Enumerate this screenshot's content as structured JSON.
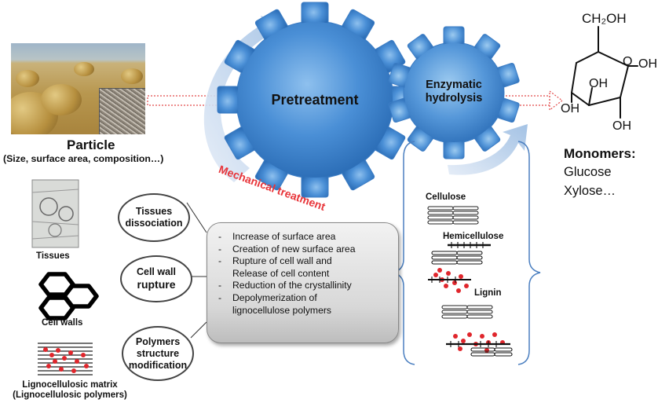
{
  "particle": {
    "title": "Particle",
    "subtitle": "(Size, surface area, composition…)"
  },
  "gears": {
    "pretreatment": "Pretreatment",
    "enzymatic": [
      "Enzymatic",
      "hydrolysis"
    ]
  },
  "mechanical_treatment": "Mechanical treatment",
  "molecule": {
    "ch2oh": "CH₂OH",
    "o": "O",
    "oh_right": "OH",
    "oh_mid": "OH",
    "oh_left": "OH",
    "oh_bottom": "OH"
  },
  "monomers": {
    "title": "Monomers:",
    "items": [
      "Glucose",
      "Xylose…"
    ]
  },
  "scales": {
    "tissues": "Tissues",
    "cell_walls": "Cell walls",
    "matrix": [
      "Lignocellulosic matrix",
      "(Lignocellulosic polymers)"
    ]
  },
  "effects": {
    "tissues": [
      "Tissues",
      "dissociation"
    ],
    "cell_wall": [
      "Cell wall",
      "rupture"
    ],
    "polymers": [
      "Polymers",
      "structure",
      "modification"
    ]
  },
  "outcomes": [
    "Increase of surface area",
    "Creation of new surface area",
    "Rupture of cell wall and",
    "Release of cell content",
    "Reduction of the crystallinity",
    "Depolymerization of",
    "lignocellulose polymers"
  ],
  "polymers": {
    "cellulose": "Cellulose",
    "hemicellulose": "Hemicellulose",
    "lignin": "Lignin"
  },
  "colors": {
    "gear": "#4a8fd6",
    "gear_light": "#7fb3e6",
    "arrow": "#c8d8ee",
    "mech_text": "#e8353a",
    "dotted_arrow": "#e24a4a",
    "lignin": "#e0262c",
    "bracket": "#4b7fc0"
  }
}
